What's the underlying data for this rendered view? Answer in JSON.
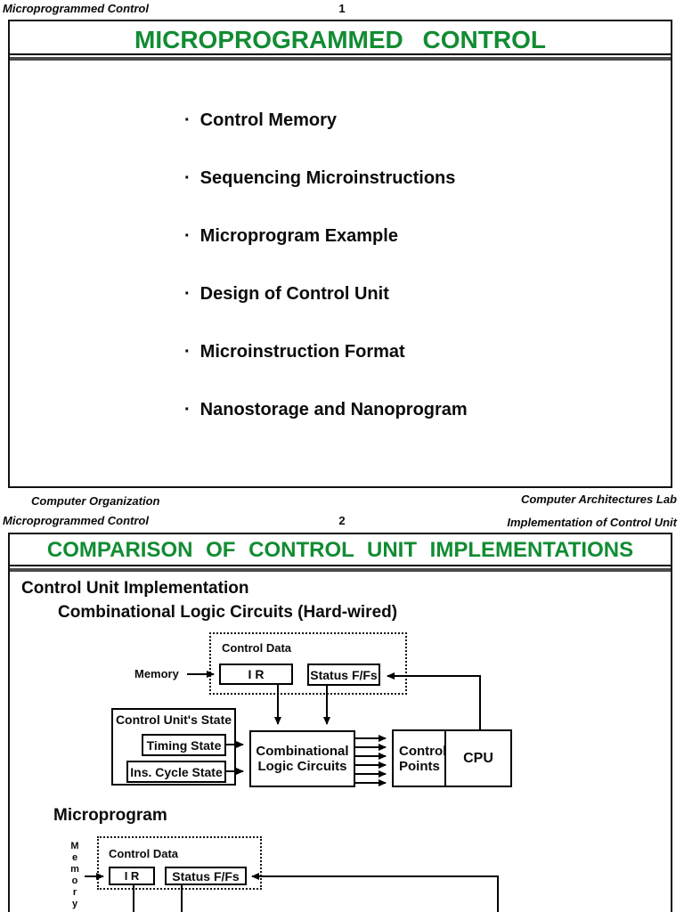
{
  "accent_green": "#128c33",
  "header_row1": {
    "title": "Microprogrammed Control",
    "page_num": "1"
  },
  "slide1": {
    "title": "MICROPROGRAMMED CONTROL",
    "bullets": [
      "Control Memory",
      "Sequencing Microinstructions",
      "Microprogram Example",
      "Design of Control Unit",
      "Microinstruction Format",
      "Nanostorage and Nanoprogram"
    ]
  },
  "footer_row": {
    "left": "Computer Organization",
    "right": "Computer Architectures Lab"
  },
  "header_row2": {
    "title": "Microprogrammed Control",
    "page_num": "2",
    "right": "Implementation of Control Unit"
  },
  "slide2": {
    "title": "COMPARISON OF CONTROL UNIT IMPLEMENTATIONS",
    "heading": "Control Unit Implementation",
    "sub_heading": "Combinational Logic Circuits (Hard-wired)",
    "micro_heading": "Microprogram",
    "hardwired": {
      "memory": "Memory",
      "control_data": "Control Data",
      "ir": "I R",
      "status_ffs": "Status F/Fs",
      "cu_state": "Control Unit's State",
      "timing_state": "Timing State",
      "ins_cycle_state": "Ins. Cycle State",
      "comb_logic": "Combinational Logic Circuits",
      "control_points": "Control Points",
      "cpu": "CPU"
    },
    "microprogram": {
      "memory": "Memory",
      "control_data": "Control Data",
      "ir": "I R",
      "status_ffs": "Status F/Fs"
    }
  }
}
